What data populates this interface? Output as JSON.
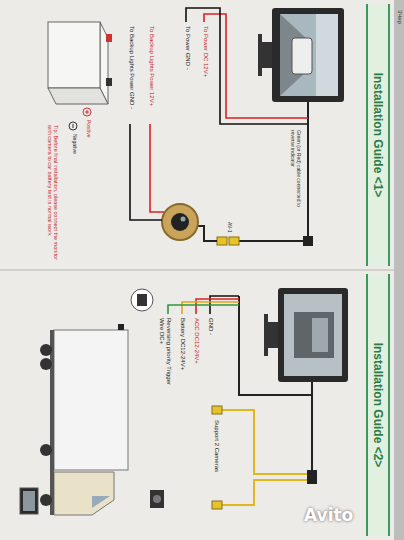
{
  "diagram": {
    "nodes": [
      {
        "text": [
          "Installation Guide <1>"
        ]
      },
      {
        "text": [
          "Installation Guide <2>"
        ]
      }
    ],
    "labels": [
      "To Power DC 12V+",
      "To Power GND -",
      "To Backup Lights Power 12V+",
      "To Backup Lights Power GND -",
      "Green (or Red) cable connected to reverse indicator",
      "AV-1",
      "Positive",
      "Negative",
      "Tip: Before final installation, please connect the monitor with camera to car battery test is normal work",
      "GND -",
      "ACC DC12-24V+",
      "Battery DC12-24V+",
      "Reversing priority Trigger Wire DC+",
      "Support 2 Cameras",
      "3Чер",
      "Avito"
    ]
  }
}
